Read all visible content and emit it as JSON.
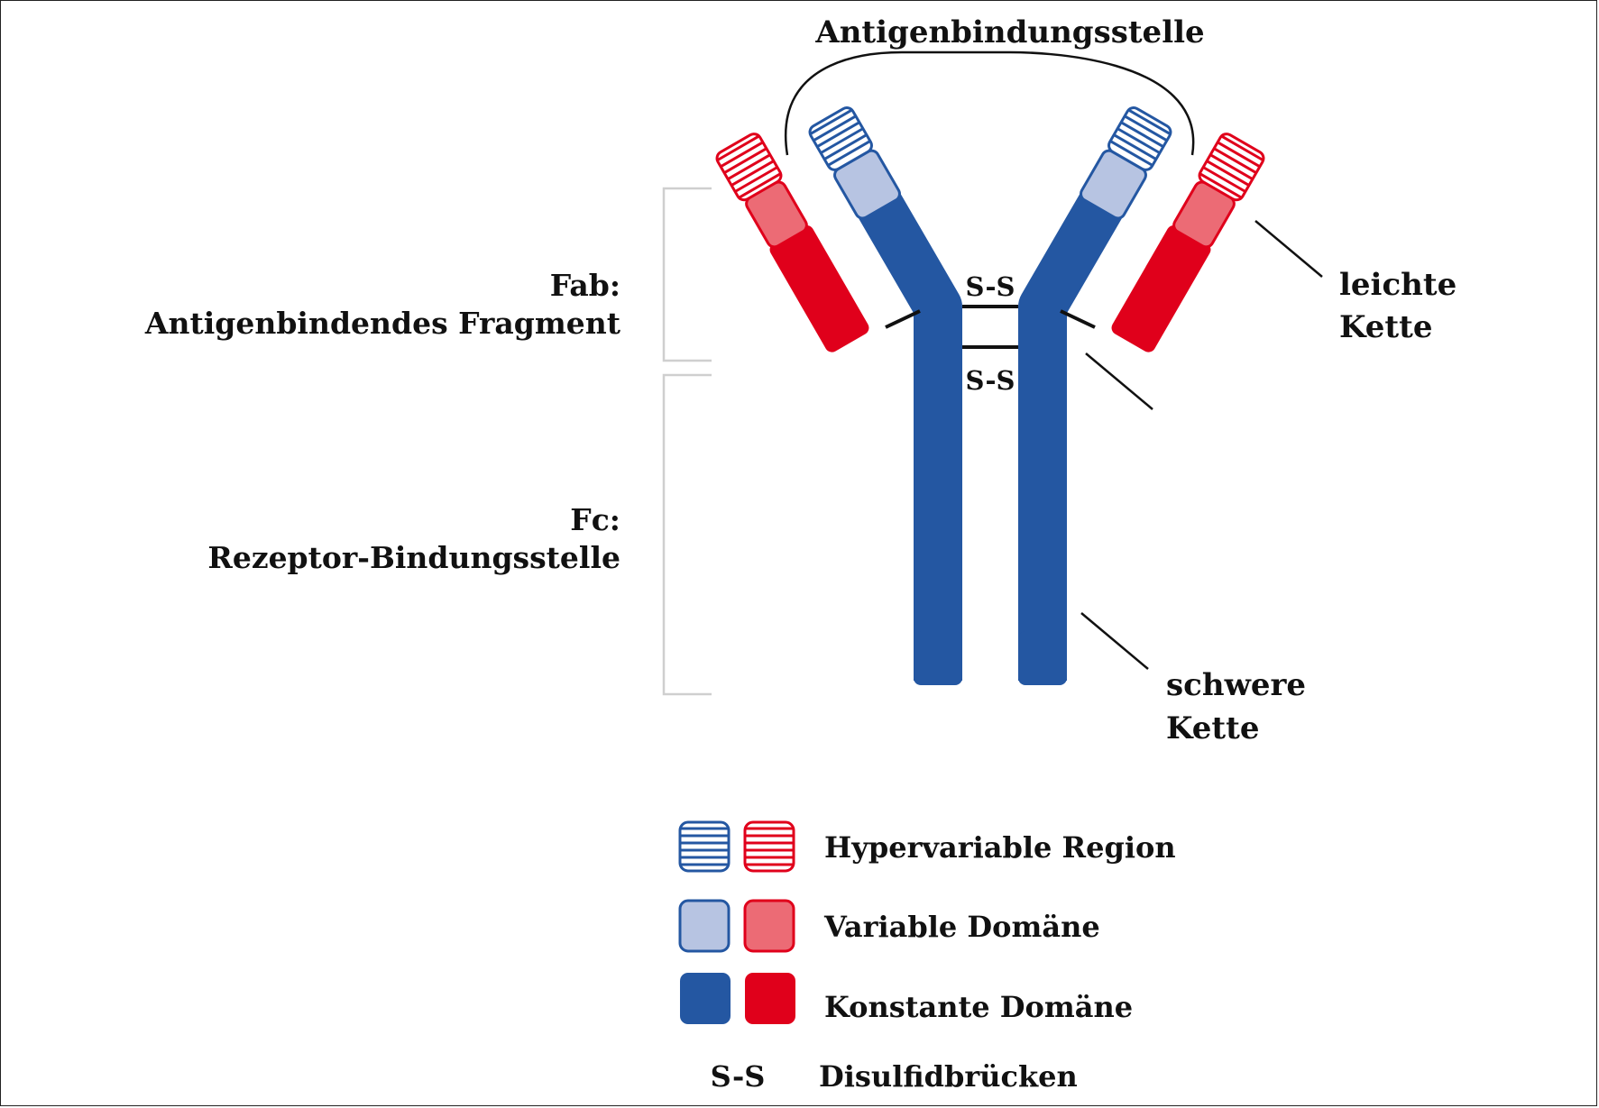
{
  "labels": {
    "antigen_binding_site": "Antigenbindungsstelle",
    "fab_line1": "Fab:",
    "fab_line2": "Antigenbindendes Fragment",
    "fc_line1": "Fc:",
    "fc_line2": "Rezeptor-Bindungsstelle",
    "light_chain_line1": "leichte",
    "light_chain_line2": "Kette",
    "heavy_chain_line1": "schwere",
    "heavy_chain_line2": "Kette",
    "disulfide_upper": "S-S",
    "disulfide_lower": "S-S"
  },
  "legend": {
    "items": [
      {
        "label": "Hypervariable Region",
        "style": "hatched"
      },
      {
        "label": "Variable Domäne",
        "style": "light"
      },
      {
        "label": "Konstante Domäne",
        "style": "solid"
      }
    ],
    "ss_symbol": "S-S",
    "ss_label": "Disulfidbrücken"
  },
  "colors": {
    "heavy_chain": "#2457a2",
    "heavy_variable": "#b7c4e2",
    "light_chain": "#e0001b",
    "light_variable": "#ec6b75"
  }
}
